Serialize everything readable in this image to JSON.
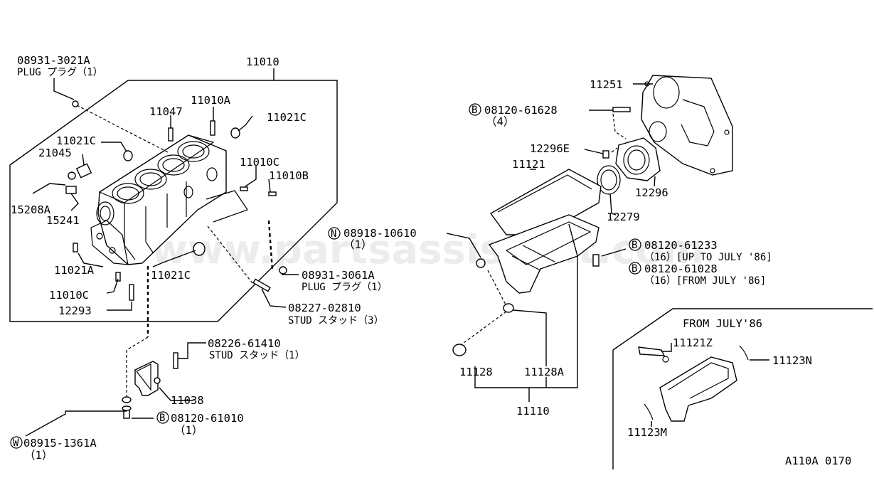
{
  "labels": {
    "p08931_3021A": "08931-3021A",
    "plug_1": "PLUG プラグ（1）",
    "p11010": "11010",
    "p11010A": "11010A",
    "p11047": "11047",
    "p11021C_a": "11021C",
    "p11021C_b": "11021C",
    "p21045": "21045",
    "p11010C_a": "11010C",
    "p11010B": "11010B",
    "p15208A": "15208A",
    "p15241": "15241",
    "p11021A": "11021A",
    "p11021C_c": "11021C",
    "p08931_3061A": "08931-3061A",
    "plug_2": "PLUG プラグ（1）",
    "p11010C_b": "11010C",
    "p12293": "12293",
    "p08227_02810": "08227-02810",
    "stud_3": "STUD スタッド（3）",
    "p08226_61410": "08226-61410",
    "stud_1": "STUD スタッド（1）",
    "p11038": "11038",
    "p08120_61010": "08120-61010",
    "qty_1a": "（1）",
    "p08915_1361A": "08915-1361A",
    "qty_1b": "（1）",
    "p11251": "11251",
    "p08120_61628": "08120-61628",
    "qty_4": "（4）",
    "p12296E": "12296E",
    "p11121": "11121",
    "p12296": "12296",
    "p12279": "12279",
    "p08918_10610": "08918-10610",
    "qty_1c": "（1）",
    "p08120_61233": "08120-61233",
    "note_up_to": "（16）[UP TO JULY '86]",
    "p08120_61028": "08120-61028",
    "note_from": "（16）[FROM JULY '86]",
    "p11128": "11128",
    "p11128A": "11128A",
    "p11110": "11110",
    "from_july": "FROM JULY'86",
    "p11121Z": "11121Z",
    "p11123N": "11123N",
    "p11123M": "11123M",
    "diagram_code": "A110A 0170",
    "watermark": "www.partsassistant.com"
  },
  "markers": {
    "B": "B",
    "N": "N",
    "W": "W"
  }
}
